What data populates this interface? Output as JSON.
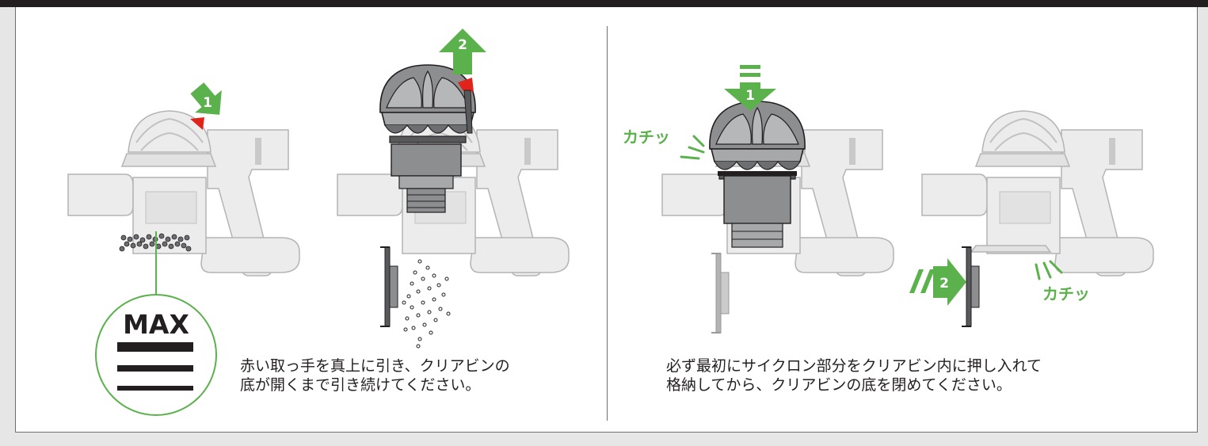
{
  "left_step": {
    "caption_lines": [
      "赤い取っ手を真上に引き、クリアビンの",
      "底が開くまで引き続けてください。"
    ],
    "badges": [
      "1",
      "2"
    ],
    "max_label": "MAX"
  },
  "right_step": {
    "caption_lines": [
      "必ず最初にサイクロン部分をクリアビン内に押し入れて",
      "格納してから、クリアビンの底を閉めてください。"
    ],
    "badges": [
      "1",
      "2"
    ],
    "click_sound_left": "カチッ",
    "click_sound_right": "カチッ"
  },
  "colors": {
    "accent_green": "#5bb14c",
    "handle_red": "#e2231a",
    "frame_dark": "#231f20",
    "background": "#e6e6e7"
  }
}
